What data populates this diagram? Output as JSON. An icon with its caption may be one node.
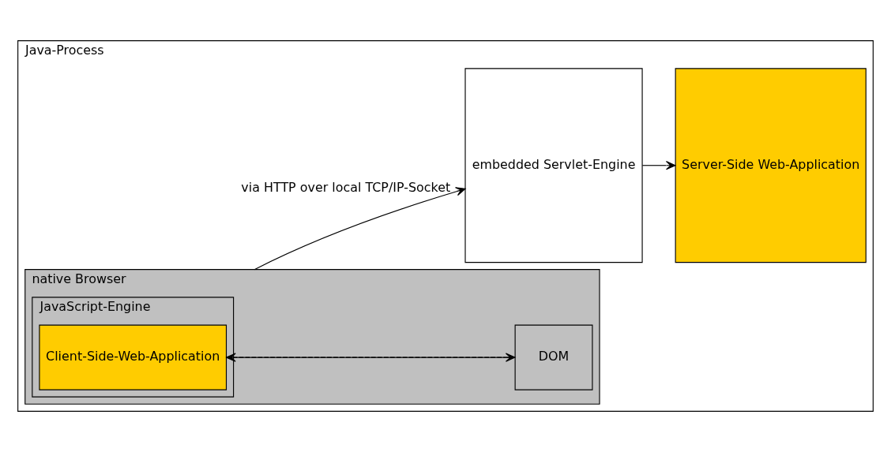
{
  "diagram": {
    "nodes": [
      {
        "text": [
          "Java-Process"
        ]
      },
      {
        "text": [
          "native Browser"
        ],
        "in": 0
      },
      {
        "text": [
          "JavaScript-Engine"
        ],
        "in": 1
      },
      {
        "text": [
          "Client-Side-Web-Application"
        ],
        "in": 2
      },
      {
        "text": [
          "DOM"
        ],
        "in": 1
      },
      {
        "text": [
          "embedded Servlet-Engine"
        ],
        "in": 0
      },
      {
        "text": [
          "Server-Side Web-Application"
        ],
        "in": 0
      }
    ],
    "edges": [
      {
        "from": 3,
        "to": 4,
        "arrow": "to",
        "style": "dashed"
      },
      {
        "from": 4,
        "to": 3,
        "arrow": "to"
      },
      {
        "from": 1,
        "to": 5,
        "arrow": "to",
        "label": "via HTTP over local TCP/IP-Socket"
      },
      {
        "from": 5,
        "to": 6,
        "arrow": "to"
      }
    ]
  }
}
